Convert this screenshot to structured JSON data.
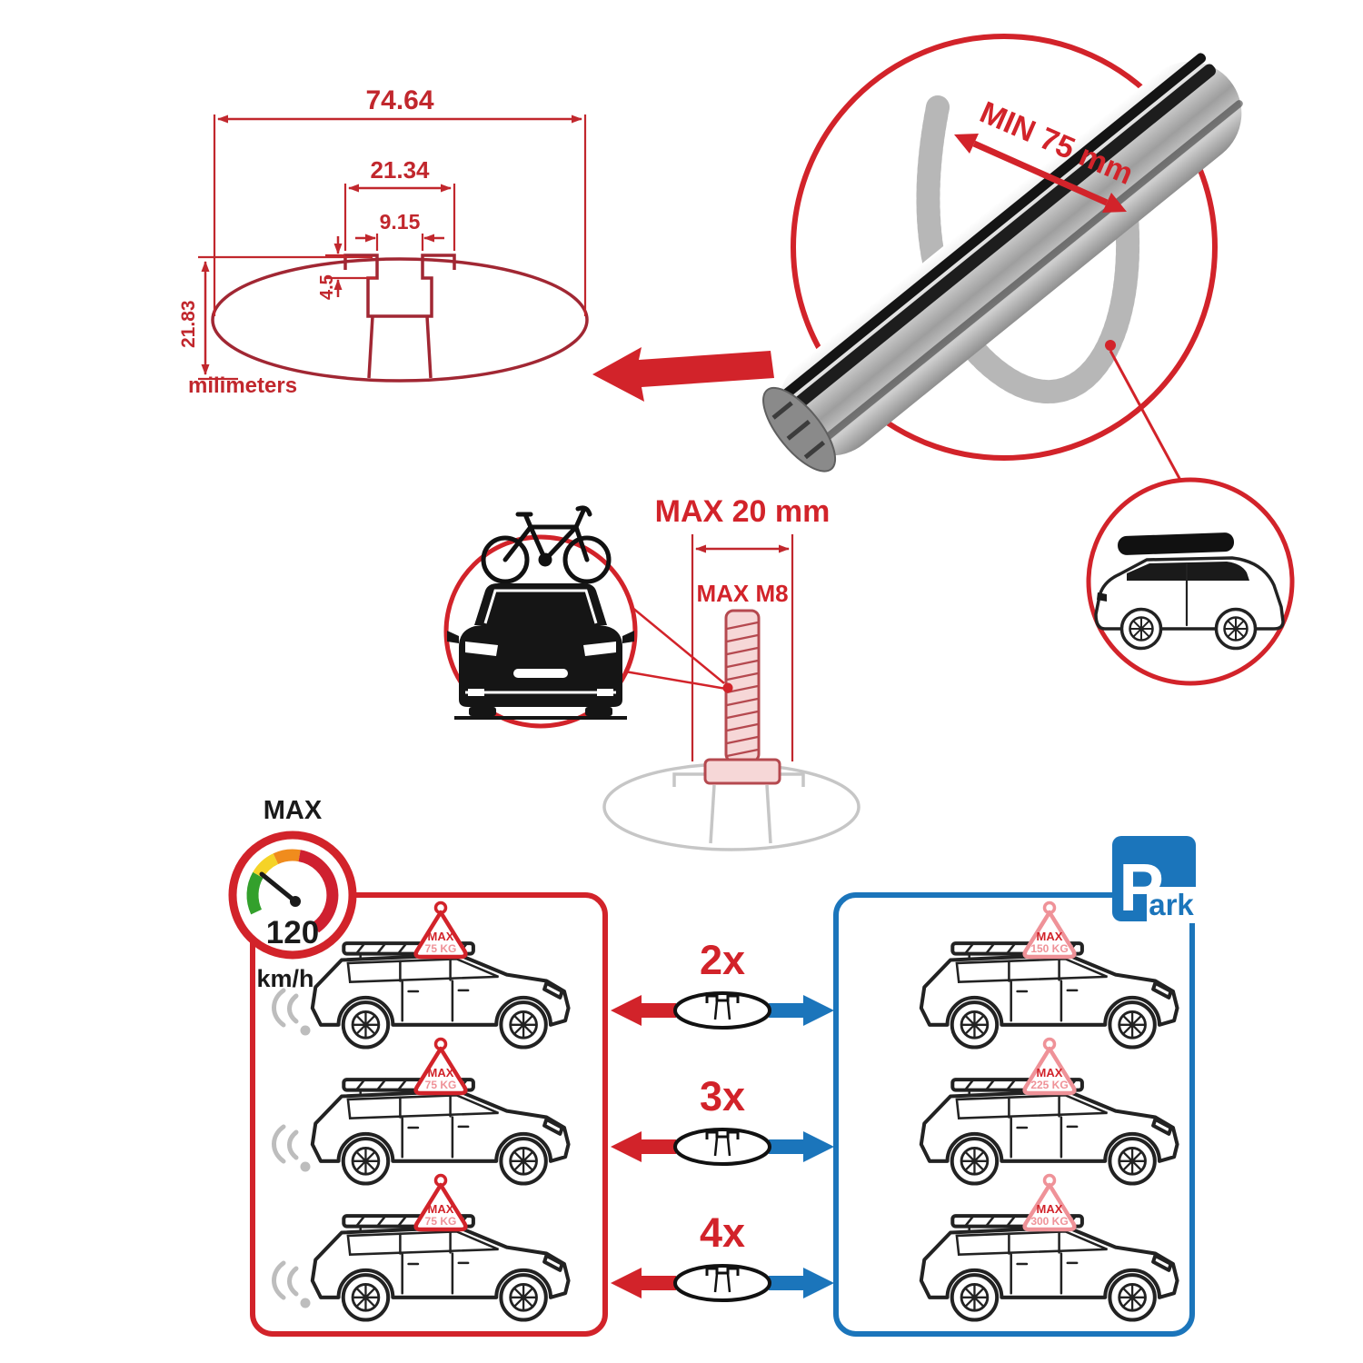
{
  "colors": {
    "red": "#d2232a",
    "dim_red": "#c1272d",
    "profile_red": "#a12733",
    "blue": "#1b75bb",
    "pink": "#ef9298",
    "black": "#1a1a1a",
    "gray_clamp": "#c9c9c9"
  },
  "cross_section": {
    "width": "74.64",
    "slot_outer": "21.34",
    "slot_inner": "9.15",
    "lip_depth": "4.5",
    "height": "21.83",
    "units": "milimeters"
  },
  "bar_detail": {
    "clamp_min": "MIN 75 mm"
  },
  "bolt": {
    "max_width": "MAX 20 mm",
    "max_thread": "MAX M8"
  },
  "speed": {
    "label": "MAX",
    "value": "120",
    "unit": "km/h"
  },
  "parking": {
    "letter": "P",
    "rest": "ark"
  },
  "comparison": {
    "rows": [
      {
        "multiplier": "2x",
        "left_sign_line1": "MAX",
        "left_sign_line2": "75 KG",
        "right_sign_line1": "MAX",
        "right_sign_line2": "150 KG"
      },
      {
        "multiplier": "3x",
        "left_sign_line1": "MAX",
        "left_sign_line2": "75 KG",
        "right_sign_line1": "MAX",
        "right_sign_line2": "225 KG"
      },
      {
        "multiplier": "4x",
        "left_sign_line1": "MAX",
        "left_sign_line2": "75 KG",
        "right_sign_line1": "MAX",
        "right_sign_line2": "300 KG"
      }
    ]
  }
}
